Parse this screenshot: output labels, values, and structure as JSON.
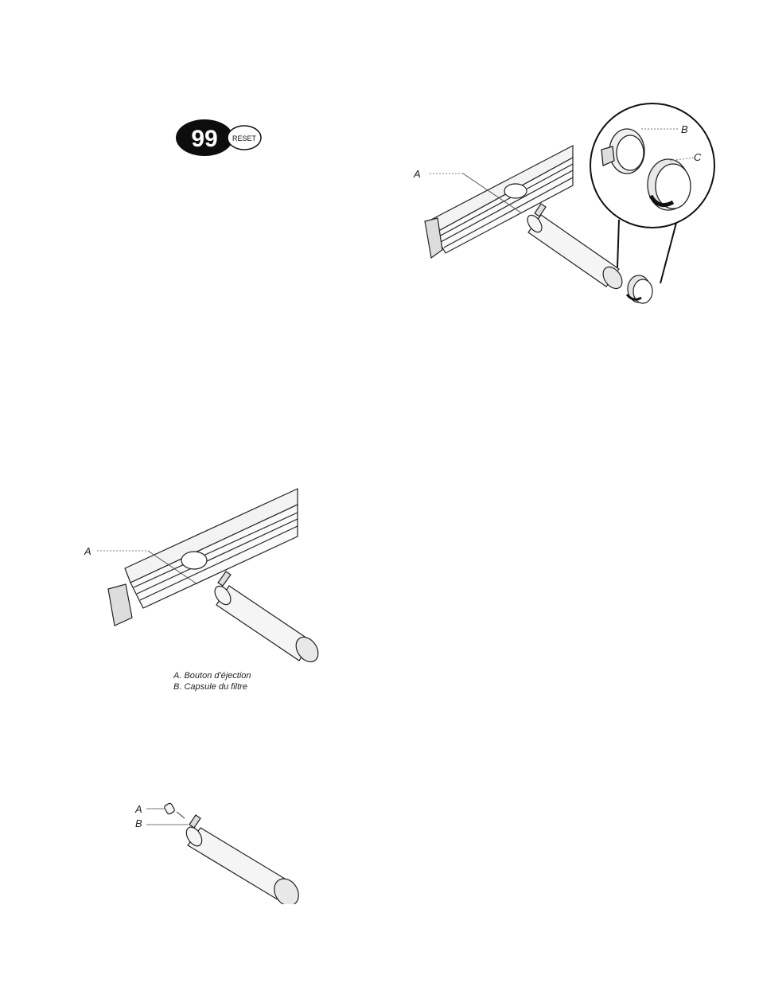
{
  "display": {
    "digits": "99",
    "reset_label": "RESET"
  },
  "figure_filter_cap": {
    "labels": {
      "a": "A",
      "b": "B",
      "c": "C"
    }
  },
  "figure_eject": {
    "labels": {
      "a": "A"
    },
    "caption_a": "A. Bouton d'éjection",
    "caption_b": "B. Capsule du filtre"
  },
  "figure_filter": {
    "labels": {
      "a": "A",
      "b": "B"
    }
  }
}
